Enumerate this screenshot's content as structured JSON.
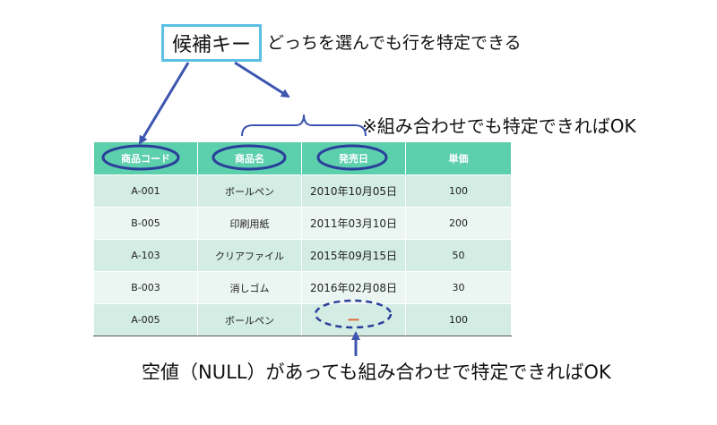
{
  "candidate_key_label": "候補キー",
  "caption_top": "どっちを選んでも行を特定できる",
  "caption_combination": "※組み合わせでも特定できればOK",
  "caption_null": "空値（NULL）があっても組み合わせで特定できればOK",
  "table": {
    "headers": [
      "商品コード",
      "商品名",
      "発売日",
      "単価"
    ],
    "rows": [
      [
        "A-001",
        "ボールペン",
        "2010年10月05日",
        "100"
      ],
      [
        "B-005",
        "印刷用紙",
        "2011年03月10日",
        "200"
      ],
      [
        "A-103",
        "クリアファイル",
        "2015年09月15日",
        "50"
      ],
      [
        "B-003",
        "消しゴム",
        "2016年02月08日",
        "30"
      ],
      [
        "A-005",
        "ボールペン",
        "ー",
        "100"
      ]
    ]
  },
  "colors": {
    "header_bg": "#5ccfad",
    "row_odd": "#d3ece4",
    "row_even": "#ebf5f2",
    "annotation_blue": "#3e55b0",
    "key_box_border": "#5bc0e3",
    "null_mark": "#e06030"
  }
}
